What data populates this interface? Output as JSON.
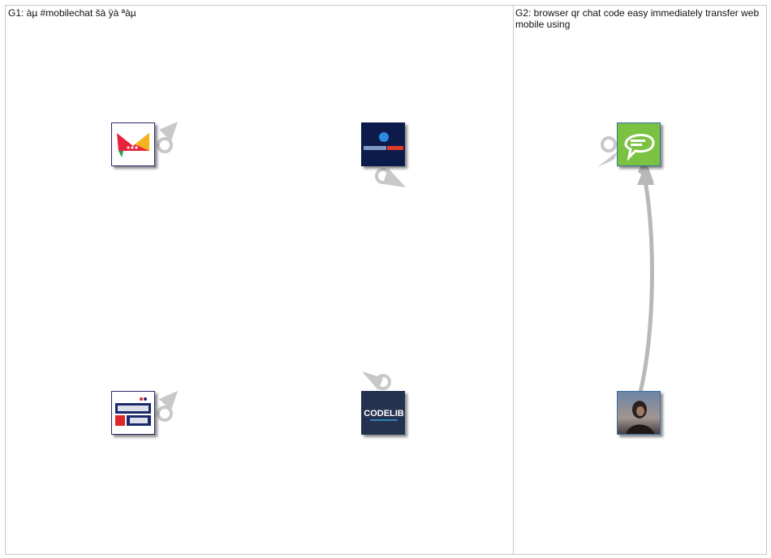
{
  "groups": [
    {
      "label": "G1: àµ #mobilechat šà ÿà ªàµ"
    },
    {
      "label": "G2: browser qr chat code easy immediately transfer web mobile using"
    }
  ],
  "nodes": {
    "n1": {
      "icon": "red-yellow-chat-logo-icon",
      "colors": [
        "#e8243c",
        "#f5b21c",
        "#1fa34a"
      ]
    },
    "n2": {
      "icon": "news-channel-logo-icon",
      "colors": [
        "#0d1b4a",
        "#2a8be0",
        "#e03a2a"
      ]
    },
    "n3": {
      "icon": "bubble-talk-logo-icon",
      "colors": [
        "#7cc242",
        "#ffffff"
      ]
    },
    "n4": {
      "icon": "public-tv-logo-icon",
      "colors": [
        "#1b2a6b",
        "#e0262b",
        "#ffffff"
      ]
    },
    "n5": {
      "icon": "codelib-logo-icon",
      "text": "CODELIB",
      "colors": [
        "#25324f",
        "#ffffff",
        "#3aa0e0"
      ]
    },
    "n6": {
      "icon": "person-photo-avatar-icon",
      "colors": [
        "#5b6f88",
        "#2a2221"
      ]
    }
  },
  "edges": [
    {
      "from": "n6",
      "to": "n3",
      "color": "#b8b8b8"
    }
  ]
}
